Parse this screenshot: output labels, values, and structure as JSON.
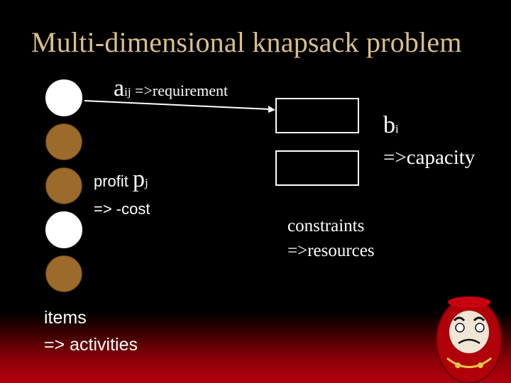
{
  "title": "Multi-dimensional knapsack problem",
  "requirement": {
    "symbol": "a",
    "subscript": "ij",
    "text": " =>requirement"
  },
  "profit": {
    "label": "profit ",
    "symbol": "p",
    "subscript": "j",
    "line2": "=> -cost"
  },
  "capacity": {
    "symbol": "b",
    "subscript": "i",
    "line2": "=>capacity"
  },
  "constraints": {
    "line1": "constraints",
    "line2": "=>resources"
  },
  "items": {
    "line1": "items",
    "line2": "=> activities"
  },
  "colors": {
    "background": "#000000",
    "title": "#d9bf8c",
    "filled_item": "#9c6a2a",
    "empty_item": "#ffffff",
    "footer_red": "#b3000c"
  },
  "items_column": [
    {
      "state": "empty"
    },
    {
      "state": "filled"
    },
    {
      "state": "filled"
    },
    {
      "state": "empty"
    },
    {
      "state": "filled"
    }
  ],
  "decoration": {
    "icon": "daruma-doll-icon"
  }
}
